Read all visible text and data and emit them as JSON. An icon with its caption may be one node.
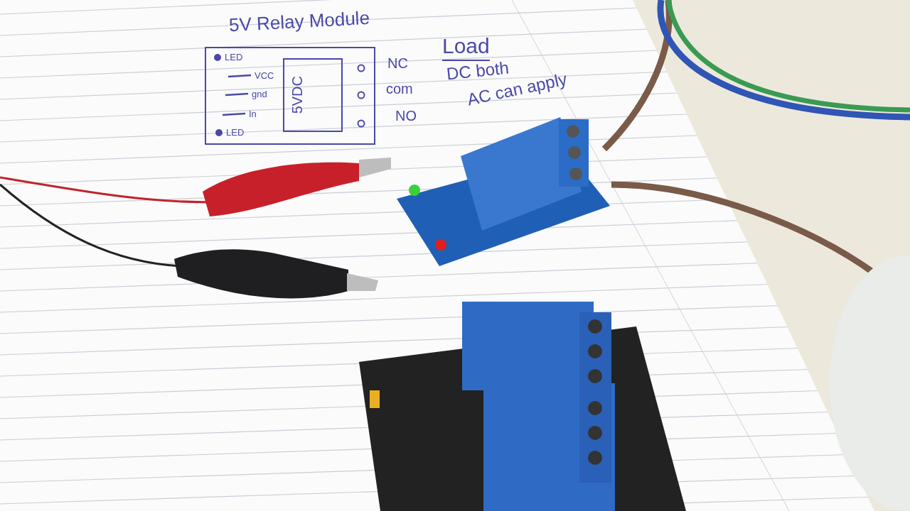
{
  "diagram": {
    "title": "5V Relay Module",
    "nodes": [
      {
        "text": [
          "LED",
          "VCC",
          "gnd",
          "In",
          "LED"
        ]
      },
      {
        "text": [
          "5VDC"
        ],
        "in": 0
      }
    ],
    "edges": [],
    "labels": [
      "NC",
      "com",
      "NO",
      "Load",
      "DC both",
      "AC can apply"
    ]
  }
}
